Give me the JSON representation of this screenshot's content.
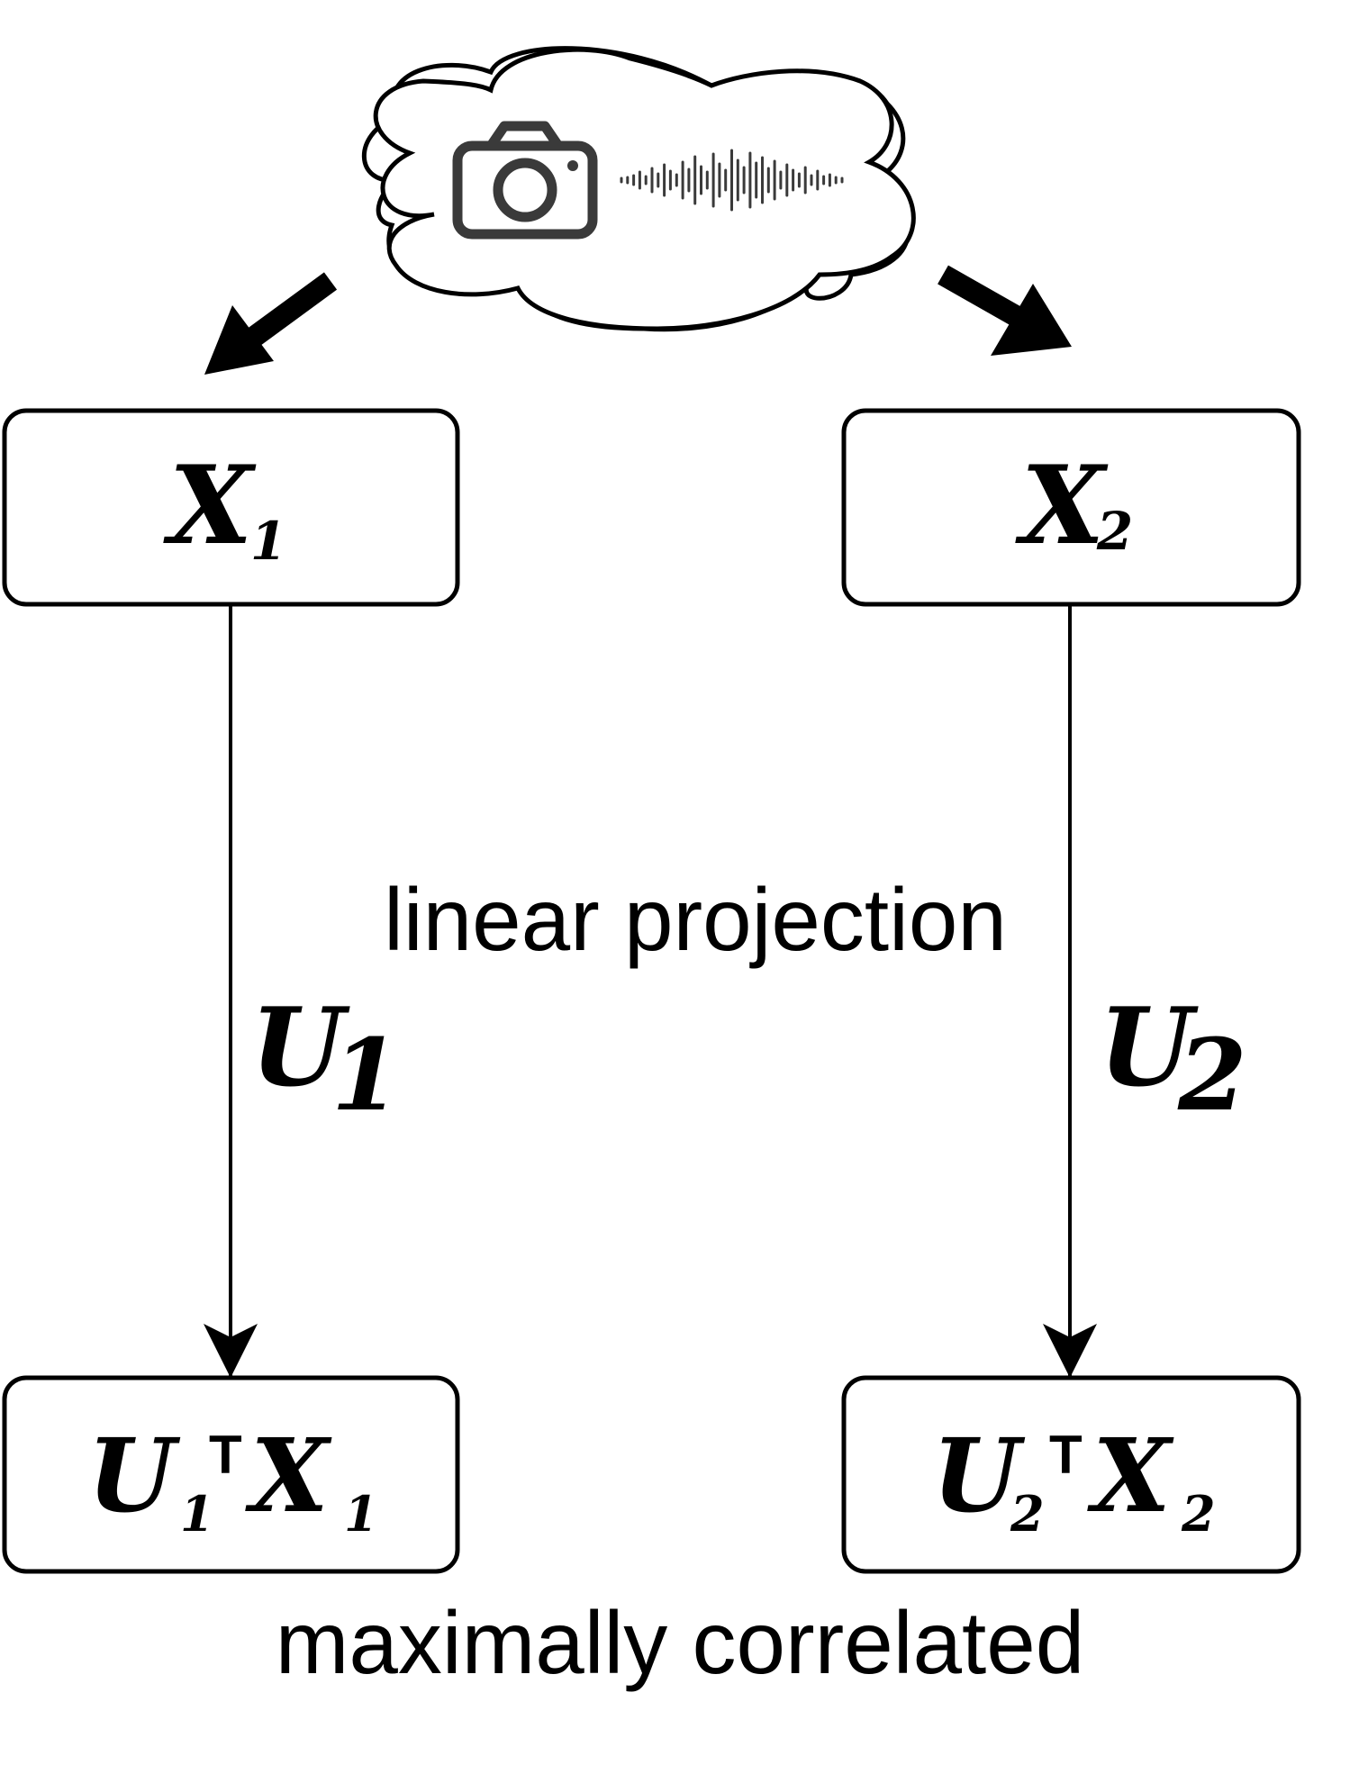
{
  "source": {
    "icons": [
      "camera-icon",
      "audio-waveform-icon"
    ]
  },
  "views": {
    "view1": {
      "input_var": "X",
      "input_sub": "1",
      "projection_var": "U",
      "projection_sub": "1",
      "output_u": "U",
      "output_u_sub": "1",
      "transpose": "T",
      "output_x": "X",
      "output_x_sub": "1"
    },
    "view2": {
      "input_var": "X",
      "input_sub": "2",
      "projection_var": "U",
      "projection_sub": "2",
      "output_u": "U",
      "output_u_sub": "2",
      "transpose": "T",
      "output_x": "X",
      "output_x_sub": "2"
    }
  },
  "labels": {
    "projection": "linear projection",
    "correlation": "maximally correlated"
  }
}
